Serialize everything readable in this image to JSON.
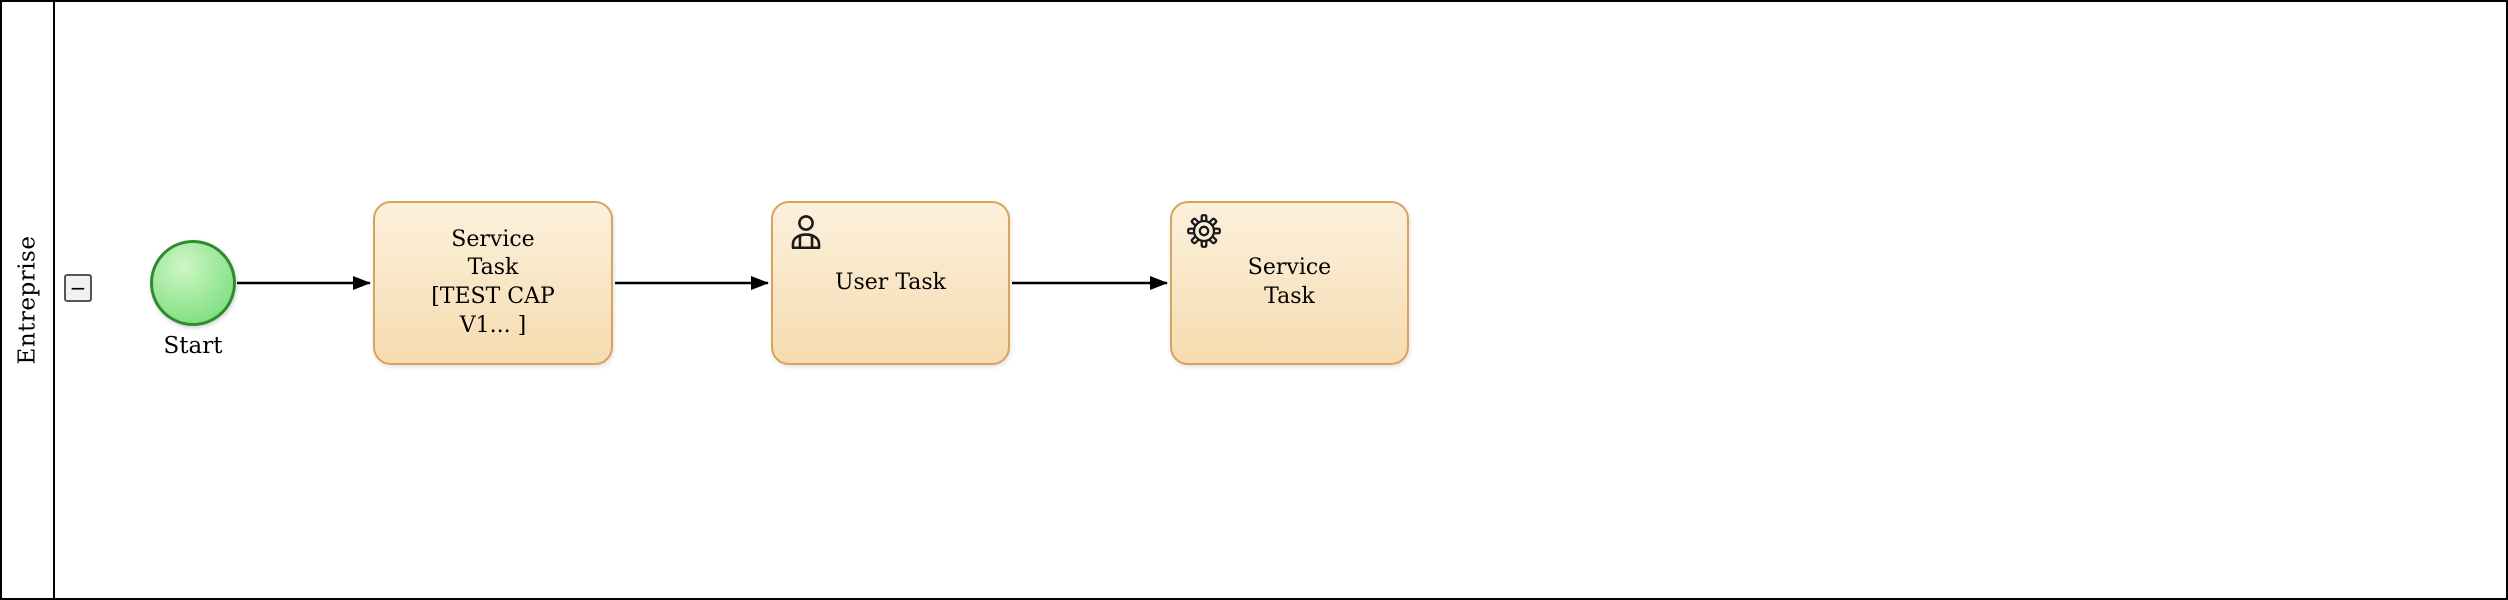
{
  "lane": {
    "label": "Entreprise",
    "collapse_button_label": "−"
  },
  "nodes": {
    "start": {
      "label": "Start"
    },
    "service_task_1": {
      "line1": "Service",
      "line2": "Task",
      "line3": "[TEST CAP",
      "line4": "V1... ]"
    },
    "user_task": {
      "label": "User Task",
      "icon": "user-icon"
    },
    "service_task_2": {
      "line1": "Service",
      "line2": "Task",
      "icon": "gear-icon"
    }
  },
  "colors": {
    "task_fill_top": "#FCF0DC",
    "task_fill_bottom": "#F6DCB0",
    "task_border": "#D8A35C",
    "start_fill": "#85E085",
    "start_border": "#2E8B2E",
    "flow_color": "#000000"
  }
}
